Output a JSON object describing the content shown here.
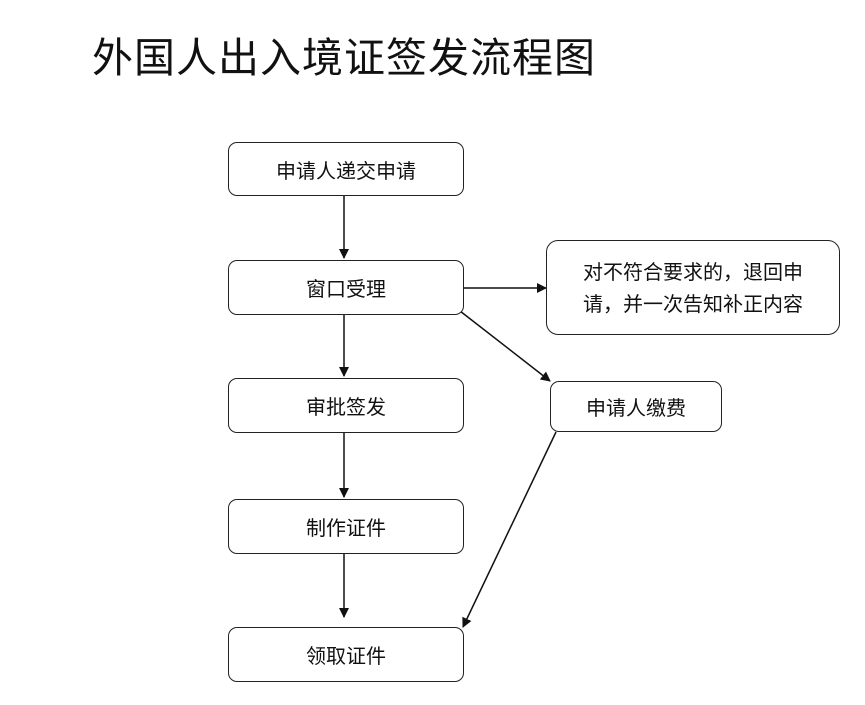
{
  "title": "外国人出入境证签发流程图",
  "nodes": {
    "submit": "申请人递交申请",
    "window": "窗口受理",
    "review": "审批签发",
    "make": "制作证件",
    "collect": "领取证件",
    "pay": "申请人缴费",
    "reject": "对不符合要求的，退回申请，并一次告知补正内容"
  }
}
